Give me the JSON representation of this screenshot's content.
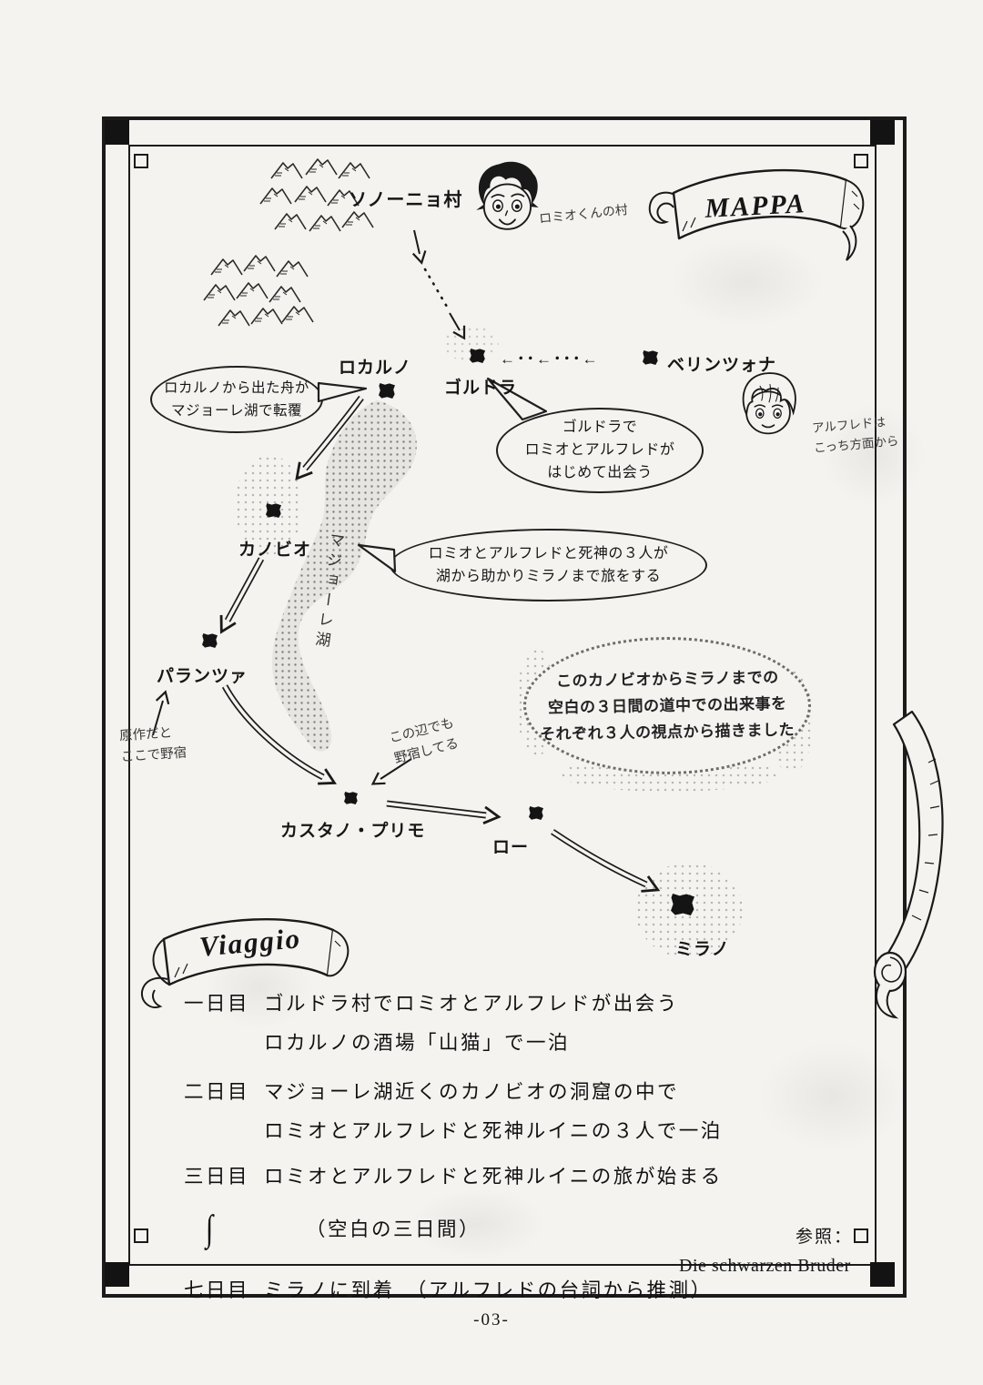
{
  "page": {
    "number": "-03-",
    "reference_label": "参照：",
    "reference_title": "Die schwarzen Bruder"
  },
  "banners": {
    "mappa": "MAPPA",
    "viaggio": "Viaggio"
  },
  "characters": {
    "romeo_note": "ロミオくんの村",
    "alfredo_note_line1": "アルフレドは",
    "alfredo_note_line2": "こっち方面から"
  },
  "map": {
    "towns": [
      {
        "id": "sonogno",
        "label": "ソノーニョ村"
      },
      {
        "id": "locarno",
        "label": "ロカルノ"
      },
      {
        "id": "gordola",
        "label": "ゴルドラ"
      },
      {
        "id": "bellinzona",
        "label": "ベリンツォナ"
      },
      {
        "id": "cannobio",
        "label": "カノビオ"
      },
      {
        "id": "pallanza",
        "label": "パランツァ"
      },
      {
        "id": "castano_primo",
        "label": "カスタノ・プリモ"
      },
      {
        "id": "rho",
        "label": "ロー"
      },
      {
        "id": "milano",
        "label": "ミラノ"
      }
    ],
    "lake_label": "マジョーレ湖",
    "route_dashes": "←･･←･･･←",
    "bubbles": {
      "locarno": {
        "line1": "ロカルノから出た舟が",
        "line2": "マジョーレ湖で転覆"
      },
      "gordola": {
        "line1": "ゴルドラで",
        "line2": "ロミオとアルフレドが",
        "line3": "はじめて出会う"
      },
      "journey": {
        "line1": "ロミオとアルフレドと死神の３人が",
        "line2": "湖から助かりミラノまで旅をする"
      },
      "blank_days": {
        "line1": "このカノビオからミラノまでの",
        "line2": "空白の３日間の道中での出来事を",
        "line3": "それぞれ３人の視点から描きました"
      }
    },
    "notes": {
      "pallanza_camp_line1": "原作だと",
      "pallanza_camp_line2": "ここで野宿",
      "castano_camp_line1": "この辺でも",
      "castano_camp_line2": "野宿してる"
    }
  },
  "itinerary": {
    "rows": [
      {
        "day": "一日目",
        "lines": [
          "ゴルドラ村でロミオとアルフレドが出会う",
          "ロカルノの酒場「山猫」で一泊"
        ]
      },
      {
        "day": "二日目",
        "lines": [
          "マジョーレ湖近くのカノビオの洞窟の中で",
          "ロミオとアルフレドと死神ルイニの３人で一泊"
        ]
      },
      {
        "day": "三日目",
        "lines": [
          "ロミオとアルフレドと死神ルイニの旅が始まる"
        ]
      },
      {
        "day": "∫",
        "lines": [
          "（空白の三日間）"
        ]
      },
      {
        "day": "七日目",
        "lines": [
          "ミラノに到着　（アルフレドの台詞から推測）"
        ]
      }
    ]
  }
}
